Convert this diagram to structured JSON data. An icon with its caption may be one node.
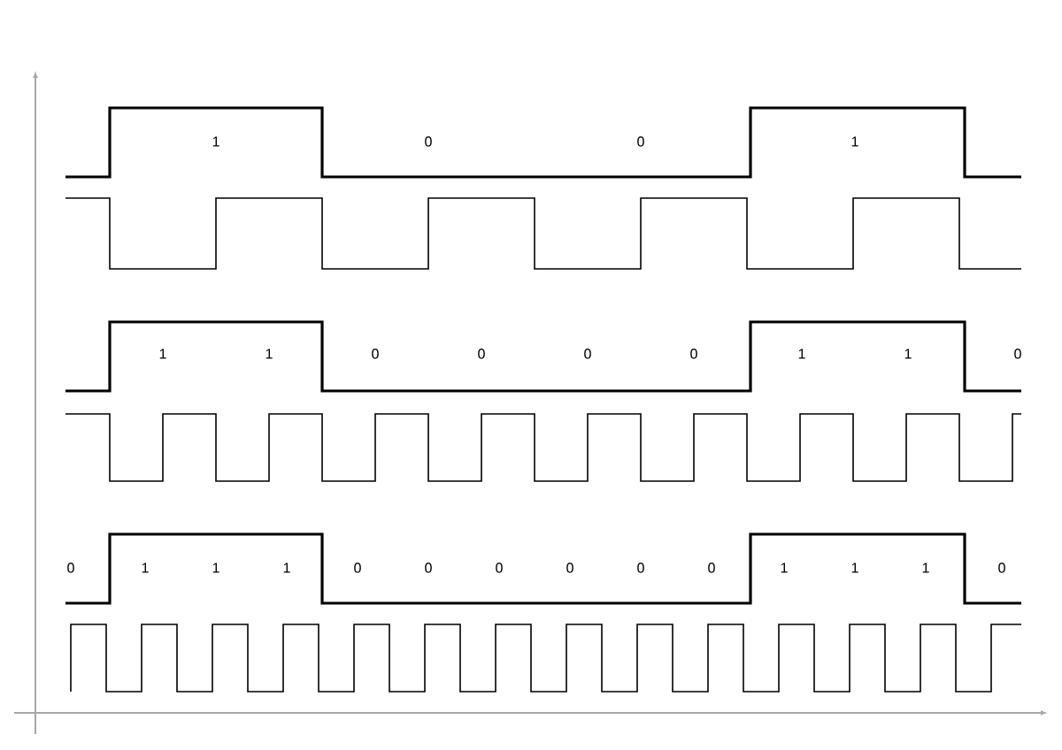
{
  "diagram": {
    "labels": [
      "1",
      "0",
      "0",
      "1",
      "1",
      "1",
      "0",
      "0",
      "0",
      "0",
      "1",
      "1",
      "0",
      "0",
      "1",
      "1",
      "1",
      "0",
      "0",
      "0",
      "0",
      "0",
      "0",
      "1",
      "1",
      "1",
      "0"
    ]
  }
}
